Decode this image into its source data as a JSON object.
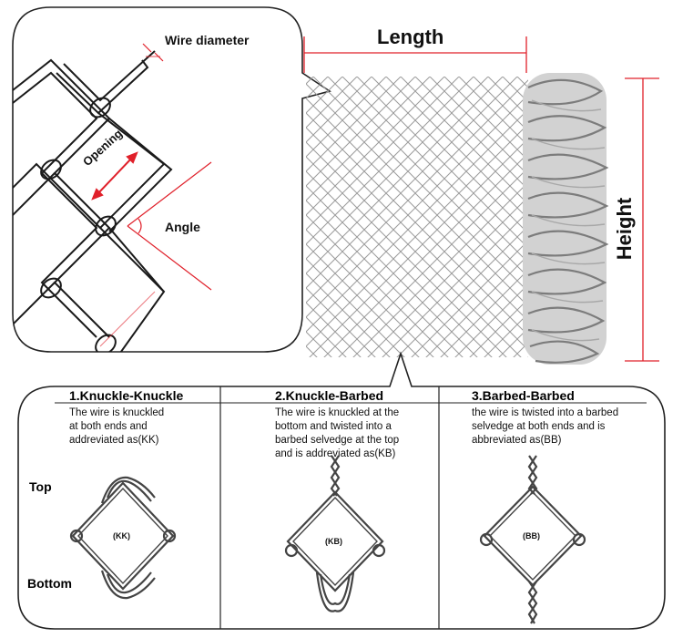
{
  "callout": {
    "wire_diameter": "Wire diameter",
    "opening": "Opening",
    "angle": "Angle"
  },
  "dimensions": {
    "length": "Length",
    "height": "Height"
  },
  "types": {
    "side_top": "Top",
    "side_bottom": "Bottom",
    "columns": [
      {
        "title": "1.Knuckle-Knuckle",
        "lines": [
          "The wire is knuckled",
          "at both ends and",
          "addreviated as(KK)"
        ],
        "code": "(KK)"
      },
      {
        "title": "2.Knuckle-Barbed",
        "lines": [
          "The wire is knuckled at the",
          "bottom and twisted into a",
          "barbed selvedge at the top",
          "and is addreviated as(KB)"
        ],
        "code": "(KB)"
      },
      {
        "title": "3.Barbed-Barbed",
        "lines": [
          "the wire is twisted into a barbed",
          "selvedge at both ends and is",
          "abbreviated as(BB)"
        ],
        "code": "(BB)"
      }
    ]
  },
  "colors": {
    "dimension_red": "#e0202a",
    "wire_dark": "#1a1a1a",
    "mesh_gray": "#9a9a9a"
  }
}
